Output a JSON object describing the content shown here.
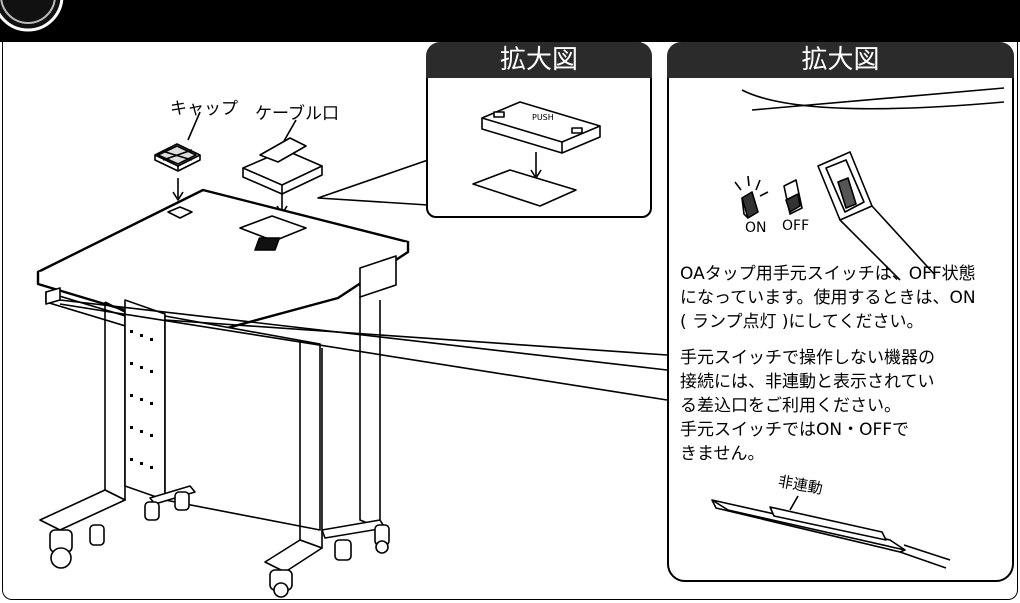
{
  "labels": {
    "cap": "キャップ",
    "cable_port": "ケーブル口"
  },
  "zoom_left": {
    "title": "拡大図",
    "push": "PUSH"
  },
  "zoom_right": {
    "title": "拡大図",
    "on": "ON",
    "off": "OFF"
  },
  "notes": {
    "switch_note": [
      "OAタップ用手元スイッチは、OFF状態",
      "になっています。使用するときは、ON",
      "( ランプ点灯 )にしてください。"
    ],
    "outlet_note": [
      "手元スイッチで操作しない機器の",
      "接続には、非連動と表示されてい",
      "る差込口をご利用ください。",
      "手元スイッチではON・OFFで",
      "きません。"
    ],
    "strip_label": "非連動"
  }
}
